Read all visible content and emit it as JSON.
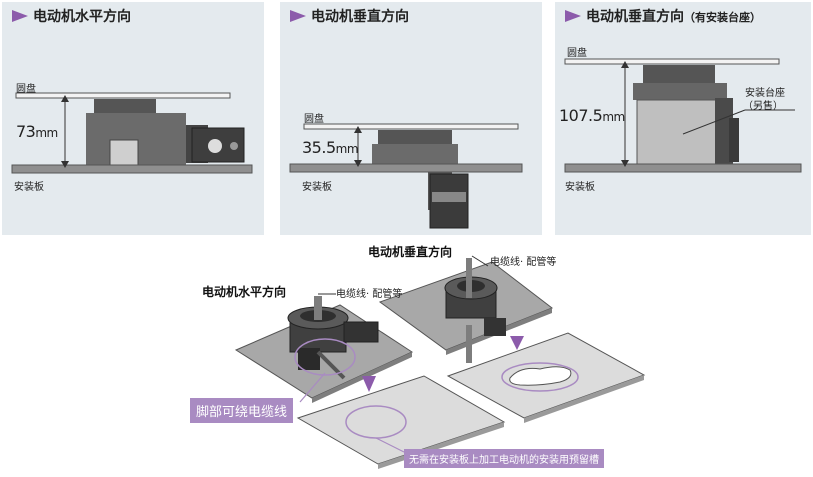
{
  "panels": [
    {
      "title": "电动机水平方向",
      "title_sub": "",
      "disk_label": "圆盘",
      "dimension_value": "73",
      "dimension_unit": "mm",
      "base_label": "安装板"
    },
    {
      "title": "电动机垂直方向",
      "title_sub": "",
      "disk_label": "圆盘",
      "dimension_value": "35.5",
      "dimension_unit": "mm",
      "base_label": "安装板"
    },
    {
      "title": "电动机垂直方向",
      "title_sub": "（有安装台座）",
      "disk_label": "圆盘",
      "dimension_value": "107.5",
      "dimension_unit": "mm",
      "base_label": "安装板",
      "stand_label_1": "安装台座",
      "stand_label_2": "（另售）"
    }
  ],
  "bottom": {
    "vertical_title": "电动机垂直方向",
    "horizontal_title": "电动机水平方向",
    "cable_label_vertical": "电缆线· 配管等",
    "cable_label_horizontal": "电缆线· 配管等",
    "callout_left": "脚部可绕电缆线",
    "callout_right": "无需在安装板上加工电动机的安装用预留槽"
  },
  "colors": {
    "panel_bg": "#e4eaee",
    "accent_purple": "#8c5bab",
    "callout_bg": "#a98bc2"
  }
}
